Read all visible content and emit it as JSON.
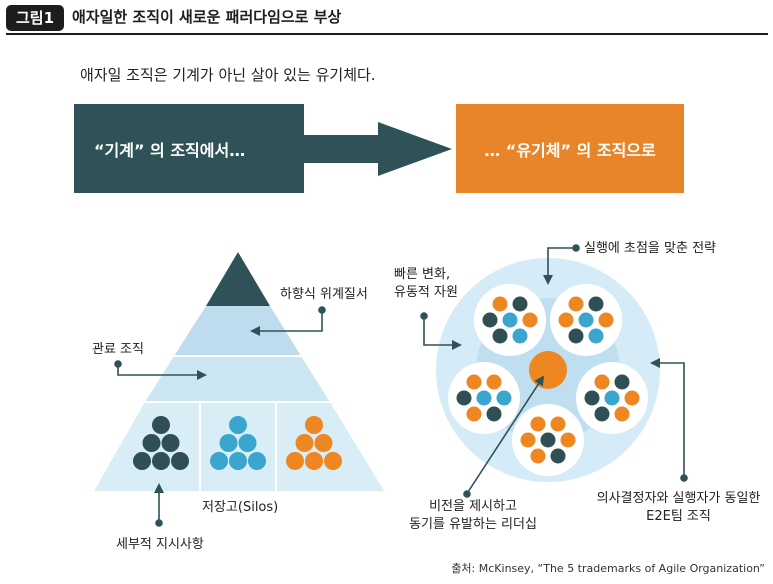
{
  "header": {
    "badge": "그림1",
    "title": "애자일한 조직이 새로운 패러다임으로 부상"
  },
  "subtitle": "애자일 조직은 기계가 아닌 살아 있는 유기체다.",
  "from_box": "“기계” 의 조직에서…",
  "to_box": "… “유기체” 의 조직으로",
  "pyramid": {
    "label_top": "하향식 위계질서",
    "label_middle": "관료 조직",
    "label_bottom": "저장고(Silos)",
    "label_below": "세부적 지시사항",
    "group_colors": [
      "#2f4f55",
      "#3aa5cf",
      "#ee8722"
    ]
  },
  "organism": {
    "label_top": "실행에 초점을 맞춘 전략",
    "label_left_line1": "빠른 변화,",
    "label_left_line2": "유동적 자원",
    "label_bottom_line1": "비전을 제시하고",
    "label_bottom_line2": "동기를 유발하는 리더십",
    "label_right_line1": "의사결정자와 실행자가 동일한",
    "label_right_line2": "E2E팀 조직"
  },
  "colors": {
    "dark": "#2f5258",
    "orange": "#e8852a",
    "blue": "#3aa5cf",
    "light_blue": "#cfe7f4"
  },
  "source": "출처: McKinsey, “The 5 trademarks of Agile Organization”"
}
